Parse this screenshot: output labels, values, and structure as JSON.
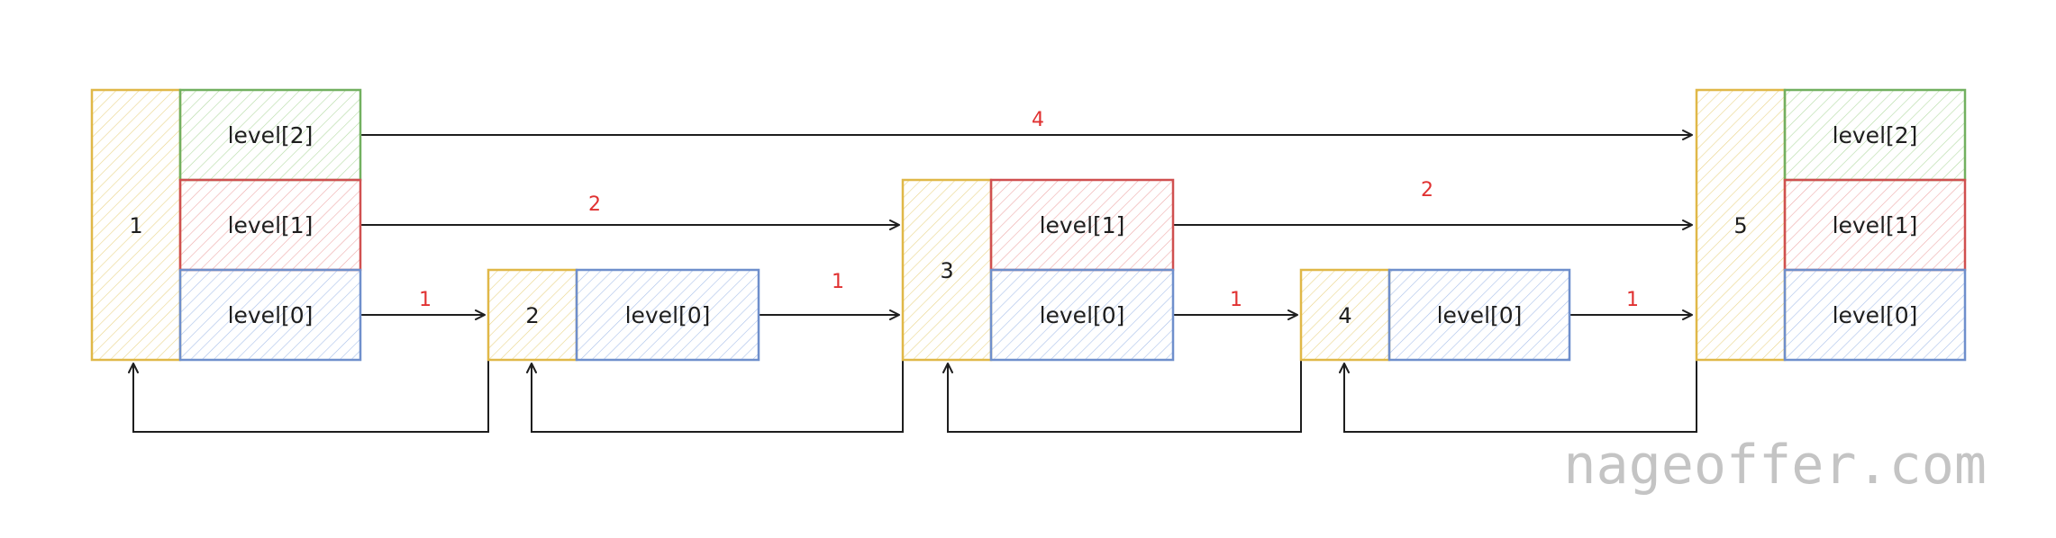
{
  "nodes": [
    {
      "id": "1",
      "label": "1",
      "levels": [
        "level[2]",
        "level[1]",
        "level[0]"
      ]
    },
    {
      "id": "2",
      "label": "2",
      "levels": [
        "level[0]"
      ]
    },
    {
      "id": "3",
      "label": "3",
      "levels": [
        "level[1]",
        "level[0]"
      ]
    },
    {
      "id": "4",
      "label": "4",
      "levels": [
        "level[0]"
      ]
    },
    {
      "id": "5",
      "label": "5",
      "levels": [
        "level[2]",
        "level[1]",
        "level[0]"
      ]
    }
  ],
  "forward_links": [
    {
      "from": "1",
      "to": "5",
      "level": 2,
      "span": "4"
    },
    {
      "from": "1",
      "to": "3",
      "level": 1,
      "span": "2"
    },
    {
      "from": "3",
      "to": "5",
      "level": 1,
      "span": "2"
    },
    {
      "from": "1",
      "to": "2",
      "level": 0,
      "span": "1"
    },
    {
      "from": "2",
      "to": "3",
      "level": 0,
      "span": "1"
    },
    {
      "from": "3",
      "to": "4",
      "level": 0,
      "span": "1"
    },
    {
      "from": "4",
      "to": "5",
      "level": 0,
      "span": "1"
    }
  ],
  "backward_links": [
    {
      "from": "2",
      "to": "1"
    },
    {
      "from": "3",
      "to": "2"
    },
    {
      "from": "4",
      "to": "3"
    },
    {
      "from": "5",
      "to": "4"
    }
  ],
  "watermark": "nageoffer.com",
  "colors": {
    "node_stroke": "#e0b848",
    "node_fill": "#fcefb0",
    "level_stroke": [
      "#6f8fcc",
      "#d05050",
      "#72b060"
    ],
    "level_fill": [
      "#c9d9f3",
      "#f4c6c6",
      "#cfe8c4"
    ],
    "arrow": "#1e1e1e",
    "span_text": "#e03131",
    "watermark": "#c4c4c4"
  }
}
